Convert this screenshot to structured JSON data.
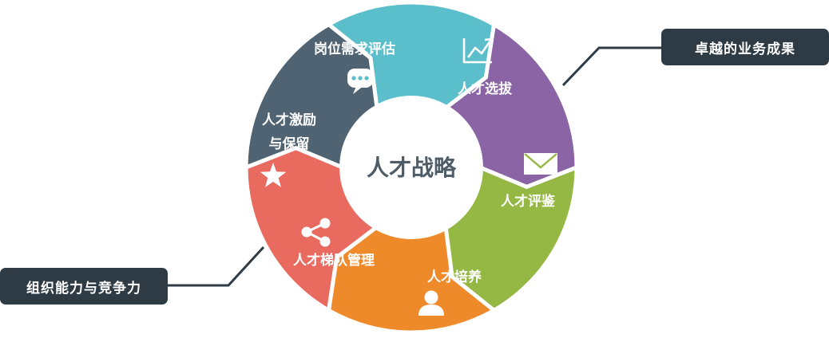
{
  "center": {
    "label": "人才战略"
  },
  "segments": [
    {
      "key": "assess",
      "label": "岗位需求评估",
      "color": "#5bbfcb",
      "icon": "chat-bubble-icon"
    },
    {
      "key": "select",
      "label": "人才选拔",
      "color": "#8a64a5",
      "icon": "line-chart-icon"
    },
    {
      "key": "evaluate",
      "label": "人才评鉴",
      "color": "#94b843",
      "icon": "envelope-icon"
    },
    {
      "key": "develop",
      "label": "人才培养",
      "color": "#ef8a2b",
      "icon": "person-icon"
    },
    {
      "key": "pipeline",
      "label": "人才梯队管理",
      "color": "#e96a5f",
      "icon": "share-icon"
    },
    {
      "key": "retain",
      "label": "人才激励与保留",
      "label_lines": [
        "人才激励",
        "与保留"
      ],
      "color": "#4f6372",
      "icon": "star-icon"
    }
  ],
  "callouts": {
    "right": {
      "label": "卓越的业务成果"
    },
    "left": {
      "label": "组织能力与竞争力"
    }
  },
  "colors": {
    "callout_bg": "#2e3b44",
    "line": "#2e3b44",
    "center_text": "#4d5c67"
  }
}
